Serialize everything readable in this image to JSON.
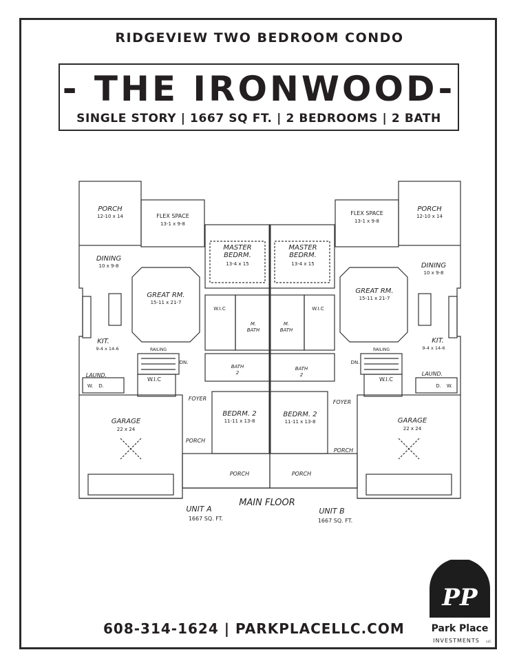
{
  "header": {
    "subtitle": "RIDGEVIEW TWO BEDROOM CONDO",
    "title": "- THE IRONWOOD-",
    "specs": "SINGLE STORY | 1667 SQ FT. | 2 BEDROOMS | 2 BATH"
  },
  "plan": {
    "main_floor": "MAIN FLOOR",
    "unit_a": {
      "name": "UNIT A",
      "sqft": "1667 SQ. FT.",
      "porch": "PORCH",
      "porch_dim": "12-10 x 14",
      "flex": "FLEX SPACE",
      "flex_dim": "13-1 x 9-8",
      "dining": "DINING",
      "dining_dim": "10 x 9-8",
      "great": "GREAT RM.",
      "great_dim": "15-11 x 21-7",
      "kit": "KIT.",
      "kit_dim": "9-4 x 14-6",
      "master": "MASTER",
      "master2": "BEDRM.",
      "master_dim": "13-4 x 15",
      "wic": "W.I.C",
      "mbath": "M.",
      "mbath2": "BATH",
      "bath2": "BATH",
      "bath2b": "2",
      "railing": "RAILING",
      "dn": "DN.",
      "laund": "LAUND.",
      "w": "W.",
      "d": "D.",
      "wic2": "W.I.C",
      "foyer": "FOYER",
      "bedrm2": "BEDRM. 2",
      "bedrm2_dim": "11-11 x 13-8",
      "garage": "GARAGE",
      "garage_dim": "22 x 24",
      "front_porch": "PORCH",
      "bottom_porch": "PORCH"
    },
    "unit_b": {
      "name": "UNIT B",
      "sqft": "1667 SQ. FT.",
      "porch": "PORCH",
      "porch_dim": "12-10 x 14",
      "flex": "FLEX SPACE",
      "flex_dim": "13-1 x 9-8",
      "dining": "DINING",
      "dining_dim": "10 x 9-8",
      "great": "GREAT RM.",
      "great_dim": "15-11 x 21-7",
      "kit": "KIT.",
      "kit_dim": "9-4 x 14-6",
      "master": "MASTER",
      "master2": "BEDRM.",
      "master_dim": "13-4 x 15",
      "wic": "W.I.C",
      "mbath": "M.",
      "mbath2": "BATH",
      "bath2": "BATH",
      "bath2b": "2",
      "railing": "RAILING",
      "dn": "DN.",
      "laund": "LAUND.",
      "w": "W.",
      "d": "D.",
      "wic2": "W.I.C",
      "foyer": "FOYER",
      "bedrm2": "BEDRM. 2",
      "bedrm2_dim": "11-11 x 13-8",
      "garage": "GARAGE",
      "garage_dim": "22 x 24",
      "front_porch": "PORCH",
      "bottom_porch": "PORCH"
    }
  },
  "footer": {
    "contact": "608-314-1624 | PARKPLACELLC.COM"
  },
  "logo": {
    "monogram": "PP",
    "name": "Park Place",
    "tagline": "INVESTMENTS",
    "suffix": "LLC"
  }
}
